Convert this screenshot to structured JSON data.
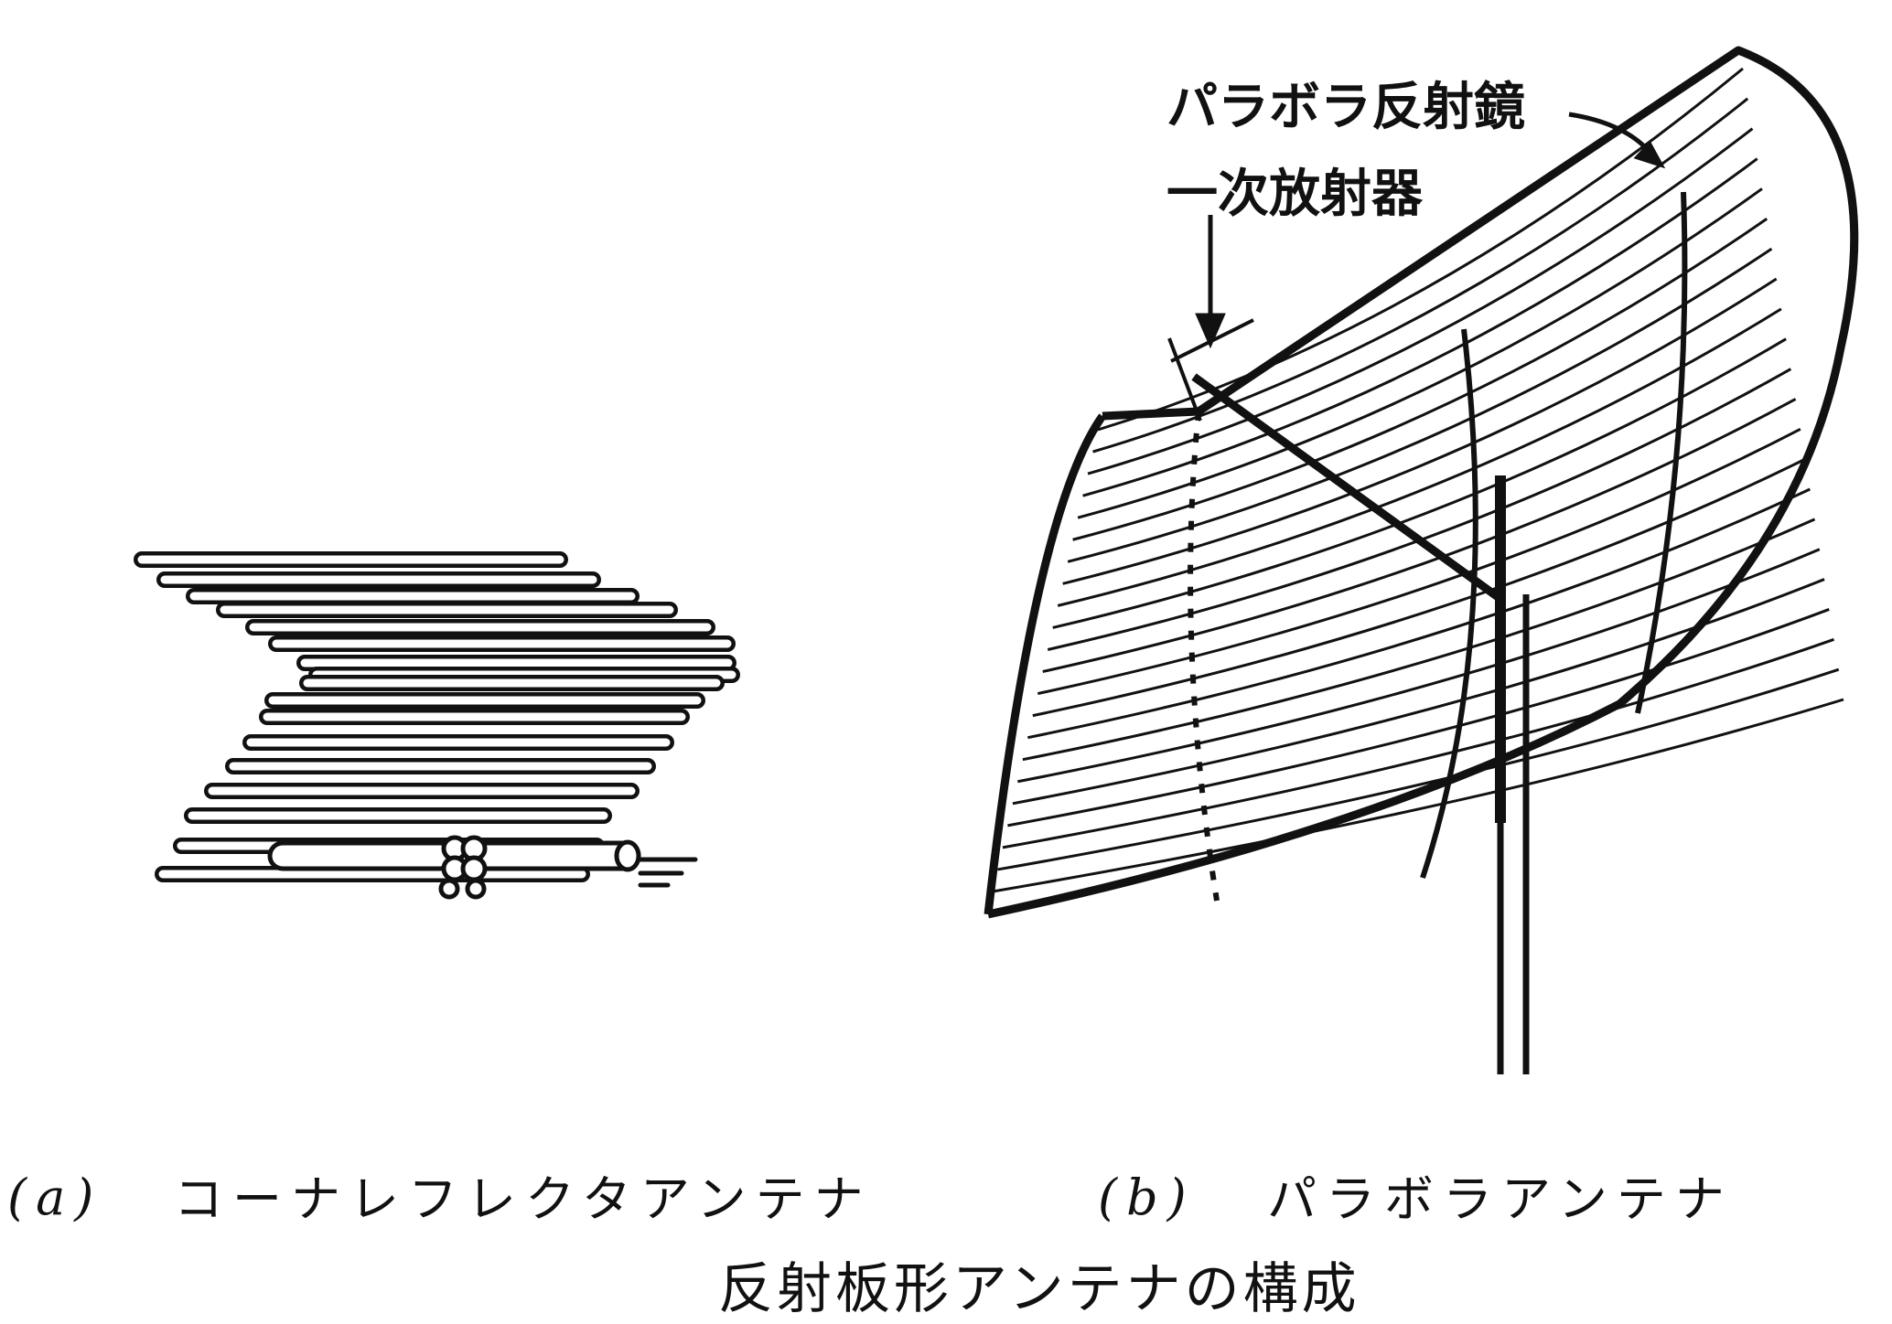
{
  "figure": {
    "title": "反射板形アンテナの構成",
    "panel_a": {
      "tag": "(a)",
      "caption": "コーナレフレクタアンテナ"
    },
    "panel_b": {
      "tag": "(b)",
      "caption": "パラボラアンテナ"
    },
    "annotations": {
      "reflector": "パラボラ反射鏡",
      "primary_radiator": "一次放射器"
    }
  },
  "colors": {
    "ink": "#111111",
    "paper": "#ffffff"
  }
}
